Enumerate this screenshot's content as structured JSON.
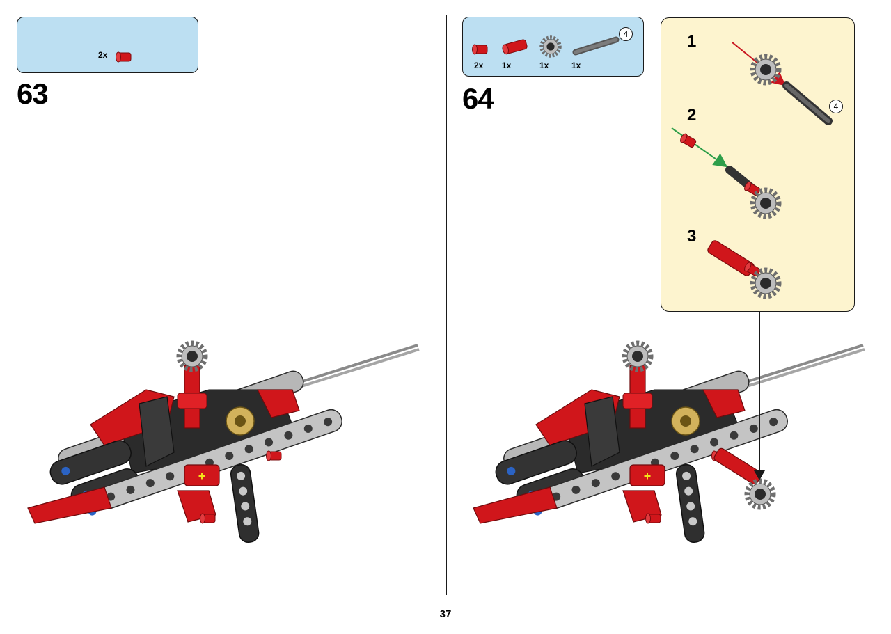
{
  "page_number": "37",
  "step_63": {
    "number": "63",
    "parts": [
      {
        "name": "red-bush",
        "qty": "2x"
      }
    ]
  },
  "step_64": {
    "number": "64",
    "parts": [
      {
        "name": "red-bush",
        "qty": "2x"
      },
      {
        "name": "red-axle-connector",
        "qty": "1x"
      },
      {
        "name": "gray-gear",
        "qty": "1x"
      },
      {
        "name": "gray-axle",
        "qty": "1x"
      }
    ],
    "axle_length": "4",
    "subassembly": {
      "steps": [
        {
          "number": "1",
          "axle_length": "4"
        },
        {
          "number": "2"
        },
        {
          "number": "3"
        }
      ]
    }
  },
  "colors": {
    "parts_box": "#bcdff2",
    "subassembly_panel": "#fdf4cf",
    "brick_red": "#d0161b",
    "beam_gray": "#9c9c9c",
    "dark_gray": "#3c3c3c",
    "arrow_red": "#c9151f",
    "arrow_green": "#2e9e4a"
  }
}
